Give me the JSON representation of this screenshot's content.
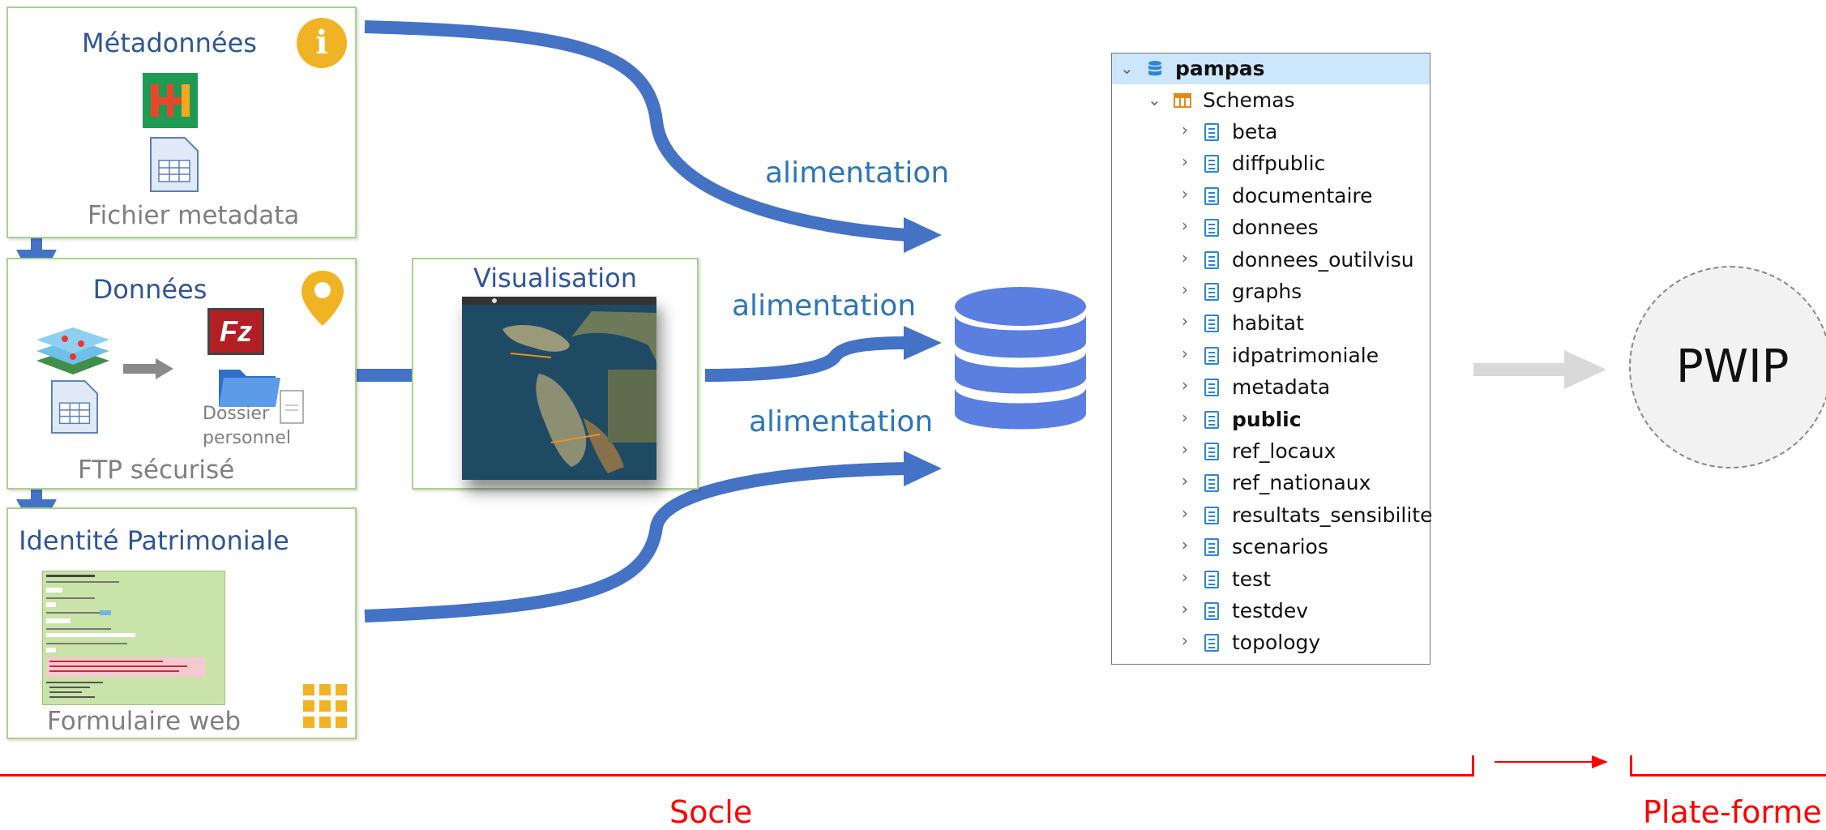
{
  "panels": {
    "metadata": {
      "title": "Métadonnées",
      "caption": "Fichier metadata"
    },
    "donnees": {
      "title": "Données",
      "caption": "FTP sécurisé",
      "folder_label_1": "Dossier",
      "folder_label_2": "personnel"
    },
    "identite": {
      "title": "Identité Patrimoniale",
      "caption": "Formulaire web"
    },
    "visualisation": {
      "title": "Visualisation"
    }
  },
  "arrows": {
    "alimentation_1": "alimentation",
    "alimentation_2": "alimentation",
    "alimentation_3": "alimentation"
  },
  "tree": {
    "root": "pampas",
    "schemas_label": "Schemas",
    "schemas": [
      "beta",
      "diffpublic",
      "documentaire",
      "donnees",
      "donnees_outilvisu",
      "graphs",
      "habitat",
      "idpatrimoniale",
      "metadata",
      "public",
      "ref_locaux",
      "ref_nationaux",
      "resultats_sensibilite",
      "scenarios",
      "test",
      "testdev",
      "topology"
    ],
    "bold_schema": "public"
  },
  "pwip": {
    "label": "PWIP"
  },
  "brackets": {
    "socle": "Socle",
    "plateforme": "Plate-forme"
  },
  "colors": {
    "arrow_blue": "#4472c4",
    "db_blue": "#5b7fe0",
    "socle_red": "#ff0000",
    "panel_border": "#a9d18e",
    "gold": "#f0b323"
  },
  "icons": [
    "info-icon",
    "location-pin-icon",
    "app-grid-icon",
    "database-icon",
    "filezilla-icon",
    "folder-icon",
    "spreadsheet-icon",
    "map-layers-icon"
  ]
}
